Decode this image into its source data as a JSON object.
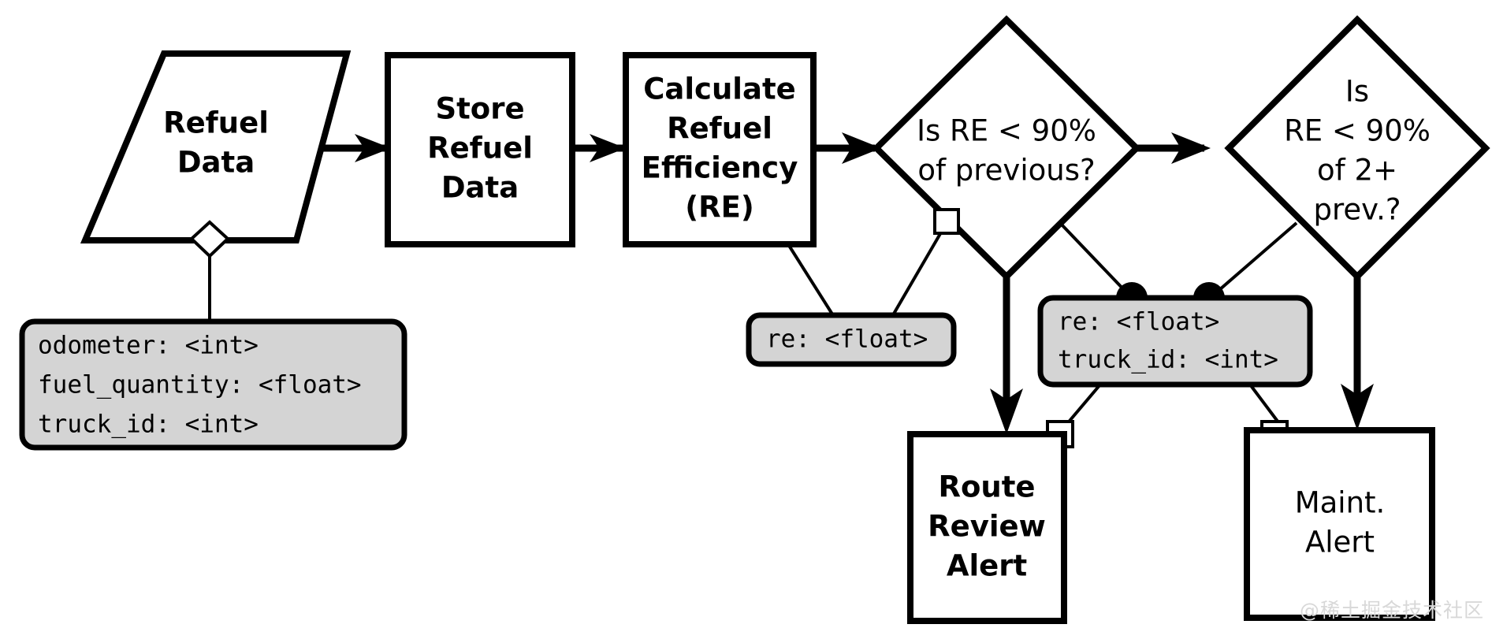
{
  "diagram": {
    "type": "flowchart",
    "title": "Refuel Efficiency Monitoring Flow",
    "background_color": "#ffffff",
    "stroke_color": "#000000",
    "note_fill_color": "#d4d4d4"
  },
  "nodes": {
    "refuel_data": {
      "shape": "parallelogram",
      "line1": "Refuel",
      "line2": "Data"
    },
    "store_refuel_data": {
      "shape": "rectangle",
      "line1": "Store",
      "line2": "Refuel",
      "line3": "Data"
    },
    "calculate_re": {
      "shape": "rectangle",
      "line1": "Calculate",
      "line2": "Refuel",
      "line3": "Efficiency",
      "line4": "(RE)"
    },
    "decision_prev": {
      "shape": "diamond",
      "line1": "Is RE < 90%",
      "line2": "of previous?"
    },
    "decision_2prev": {
      "shape": "diamond",
      "line1": "Is",
      "line2": "RE < 90%",
      "line3": "of 2+",
      "line4": "prev.?"
    },
    "route_review_alert": {
      "shape": "rectangle",
      "line1": "Route",
      "line2": "Review",
      "line3": "Alert"
    },
    "maint_alert": {
      "shape": "rectangle",
      "line1": "Maint.",
      "line2": "Alert"
    }
  },
  "notes": {
    "refuel_payload": {
      "lines": [
        "odometer: <int>",
        "fuel_quantity: <float>",
        "truck_id: <int>"
      ]
    },
    "re_payload": {
      "lines": [
        "re: <float>"
      ]
    },
    "re_truck_payload": {
      "lines": [
        "re: <float>",
        "truck_id: <int>"
      ]
    }
  },
  "watermark": {
    "text": "@稀土掘金技术社区"
  }
}
